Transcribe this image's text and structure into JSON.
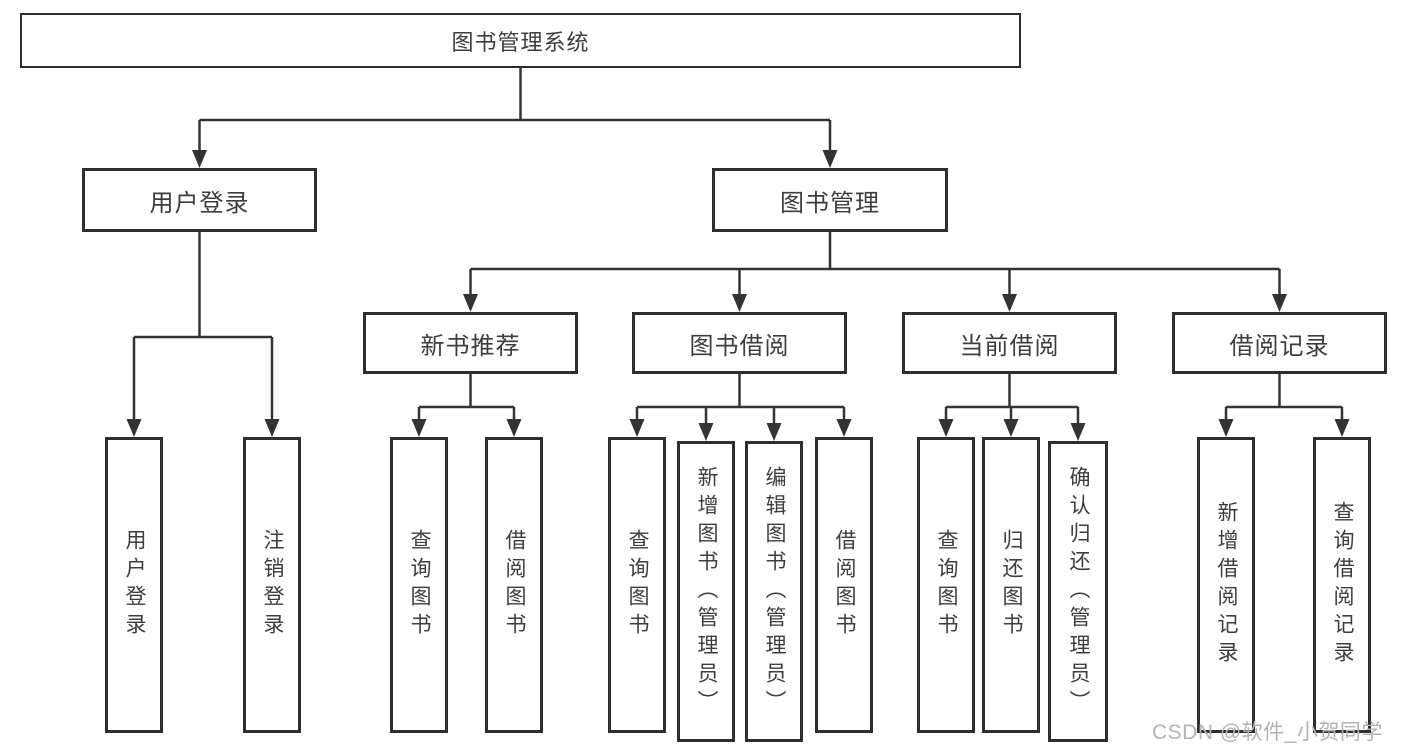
{
  "diagram": {
    "root": {
      "label": "图书管理系统"
    },
    "level2": [
      {
        "label": "用户登录"
      },
      {
        "label": "图书管理"
      }
    ],
    "level3": [
      {
        "label": "新书推荐"
      },
      {
        "label": "图书借阅"
      },
      {
        "label": "当前借阅"
      },
      {
        "label": "借阅记录"
      }
    ],
    "leaves": {
      "user_login": [
        "用户登录",
        "注销登录"
      ],
      "new_book": [
        "查询图书",
        "借阅图书"
      ],
      "book_borrow": [
        "查询图书",
        "新增图书（管理员）",
        "编辑图书（管理员）",
        "借阅图书"
      ],
      "current_borrow": [
        "查询图书",
        "归还图书",
        "确认归还（管理员）"
      ],
      "borrow_record": [
        "新增借阅记录",
        "查询借阅记录"
      ]
    }
  },
  "watermark": {
    "text": "CSDN @软件_小贺同学"
  },
  "colors": {
    "line": "#333333",
    "box_border": "#2e2e2e",
    "text": "#3d3d3d",
    "watermark": "#b3b3b3",
    "background": "#ffffff"
  }
}
